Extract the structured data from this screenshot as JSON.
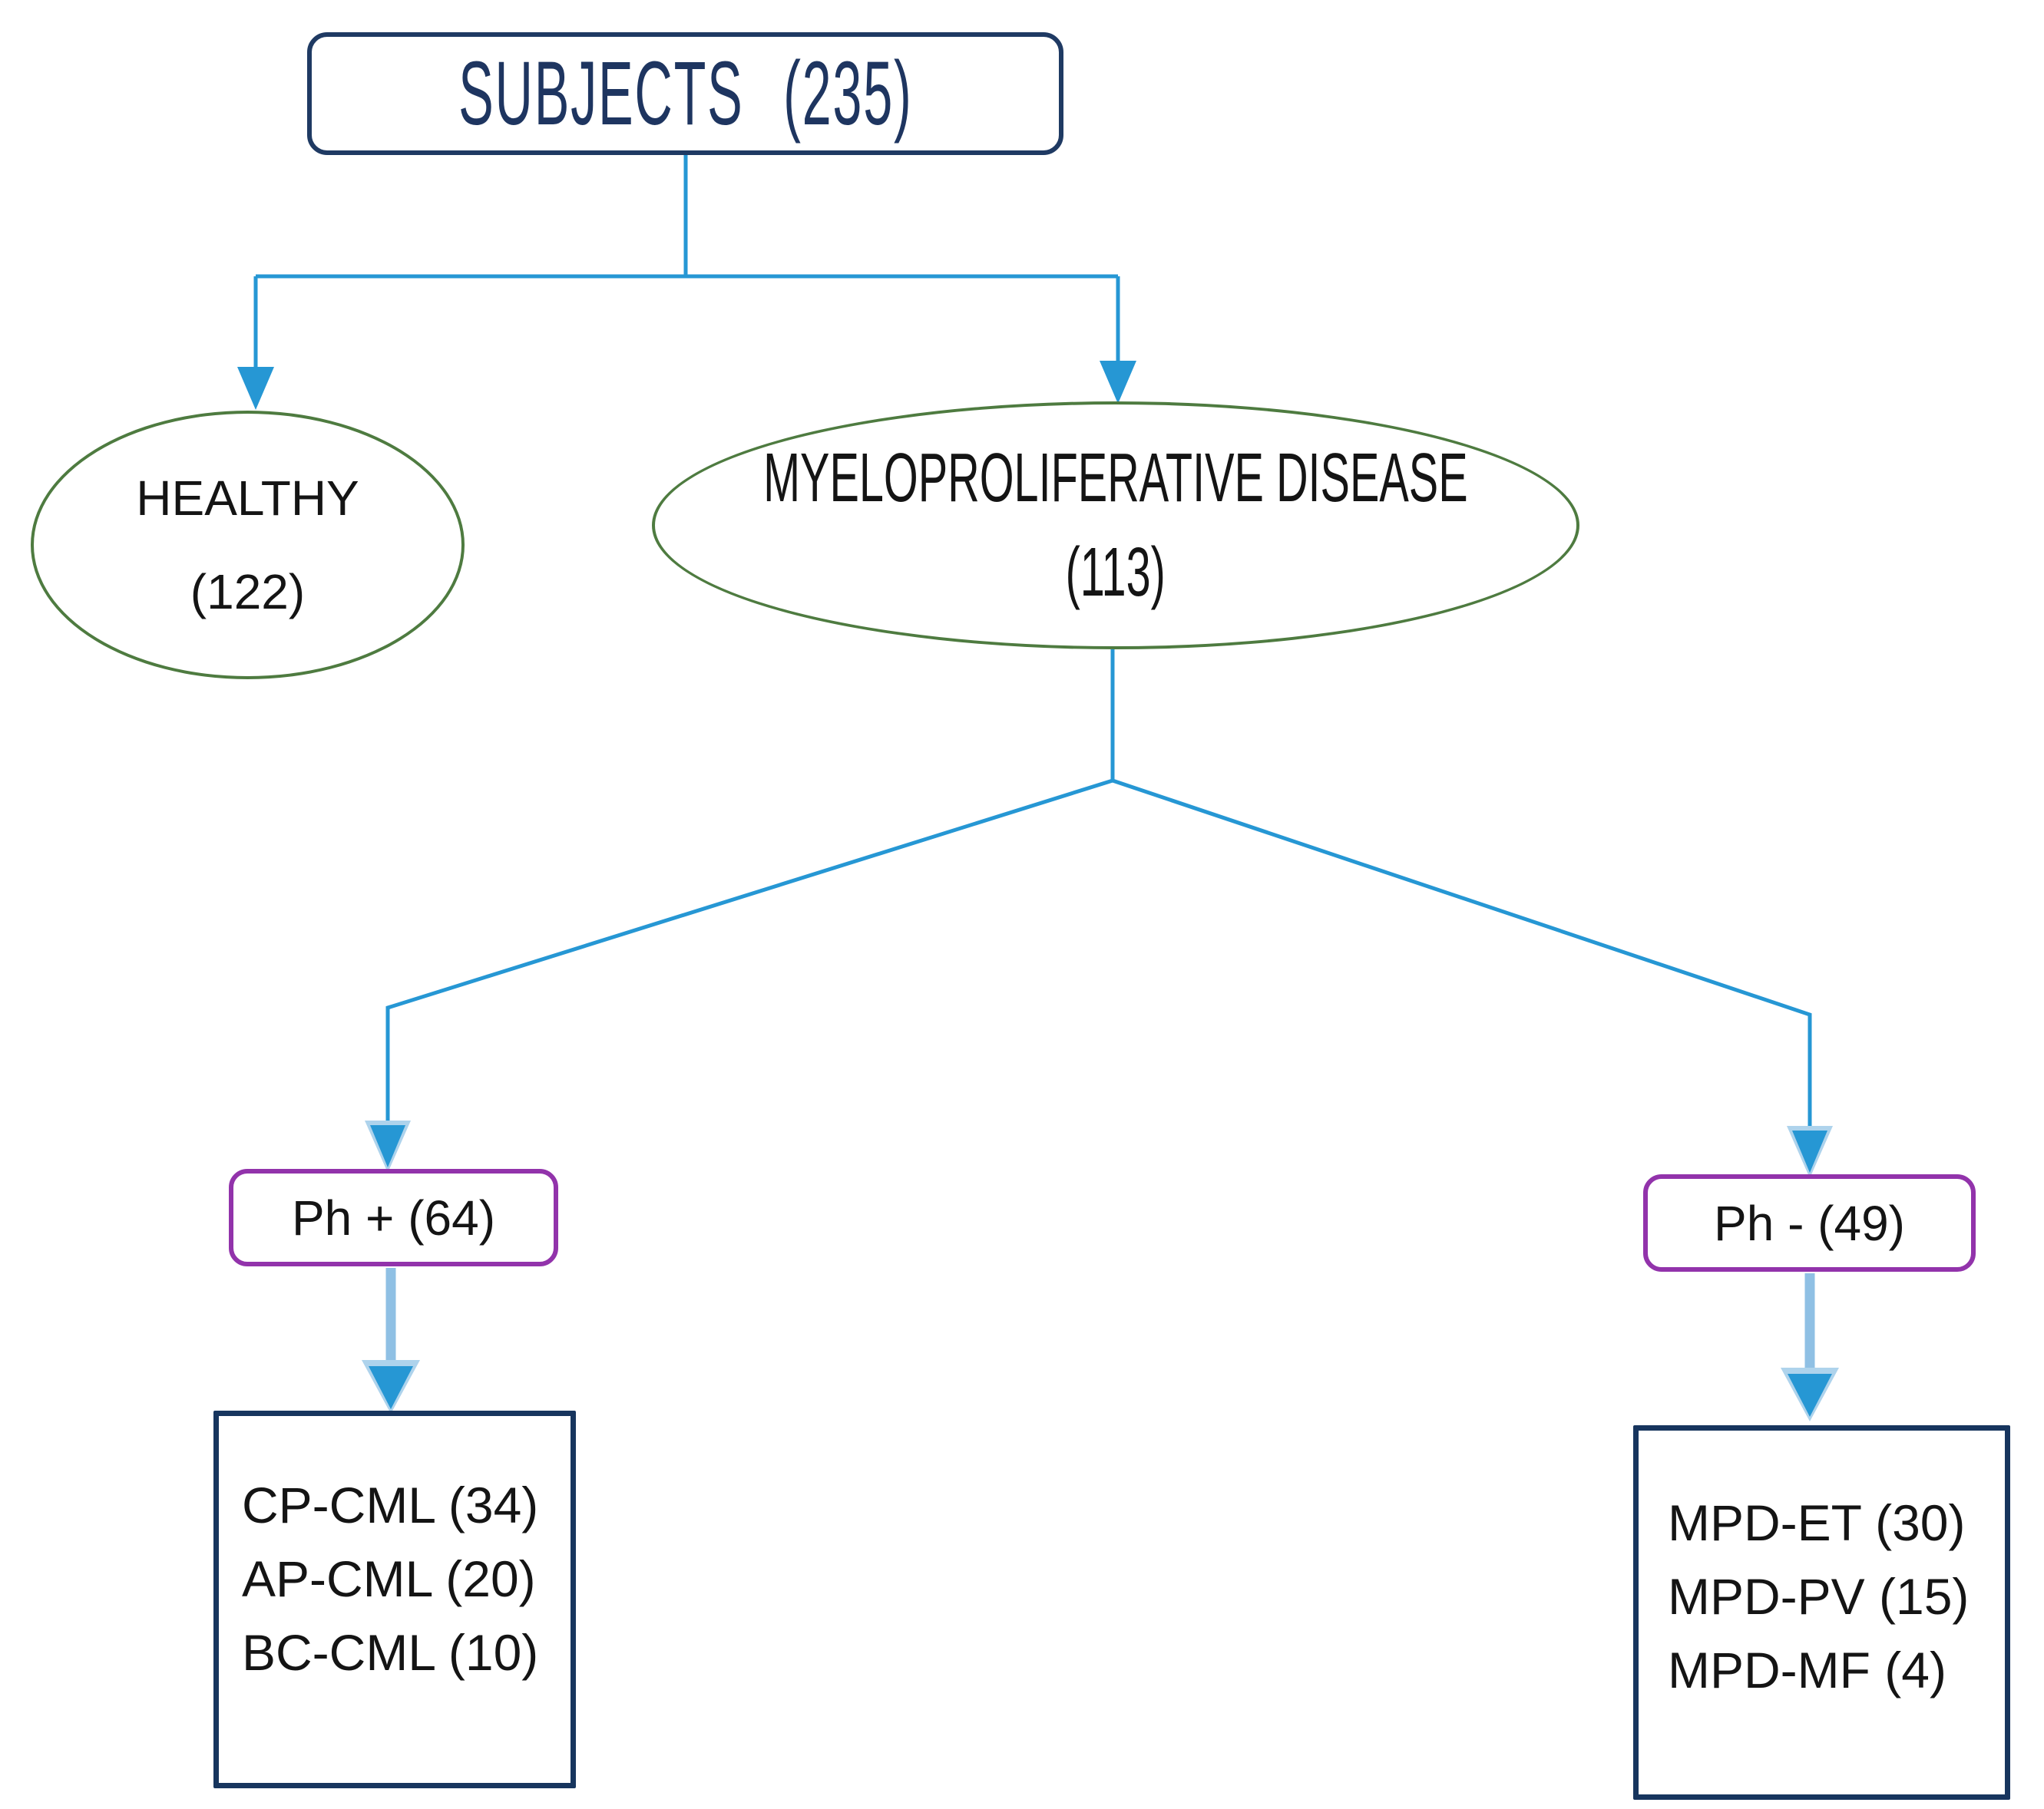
{
  "nodes": {
    "subjects": {
      "label": "SUBJECTS (235)"
    },
    "healthy": {
      "line1": "HEALTHY",
      "line2": "(122)"
    },
    "mpd": {
      "line1": "MYELOPROLIFERATIVE DISEASE",
      "line2": "(113)"
    },
    "ph_positive": {
      "label": "Ph + (64)"
    },
    "ph_negative": {
      "label": "Ph - (49)"
    },
    "cml_breakdown": {
      "lines": [
        "CP-CML (34)",
        "AP-CML (20)",
        "BC-CML (10)"
      ]
    },
    "mpd_breakdown": {
      "lines": [
        "MPD-ET (30)",
        "MPD-PV (15)",
        "MPD-MF (4)"
      ]
    }
  },
  "colors": {
    "navy_border": "#1f3a63",
    "green_border": "#4e7b40",
    "purple_border": "#9233ab",
    "connector_blue": "#2697d4",
    "connector_light_blue": "#8fc0e4",
    "text_ink": "#141414"
  }
}
